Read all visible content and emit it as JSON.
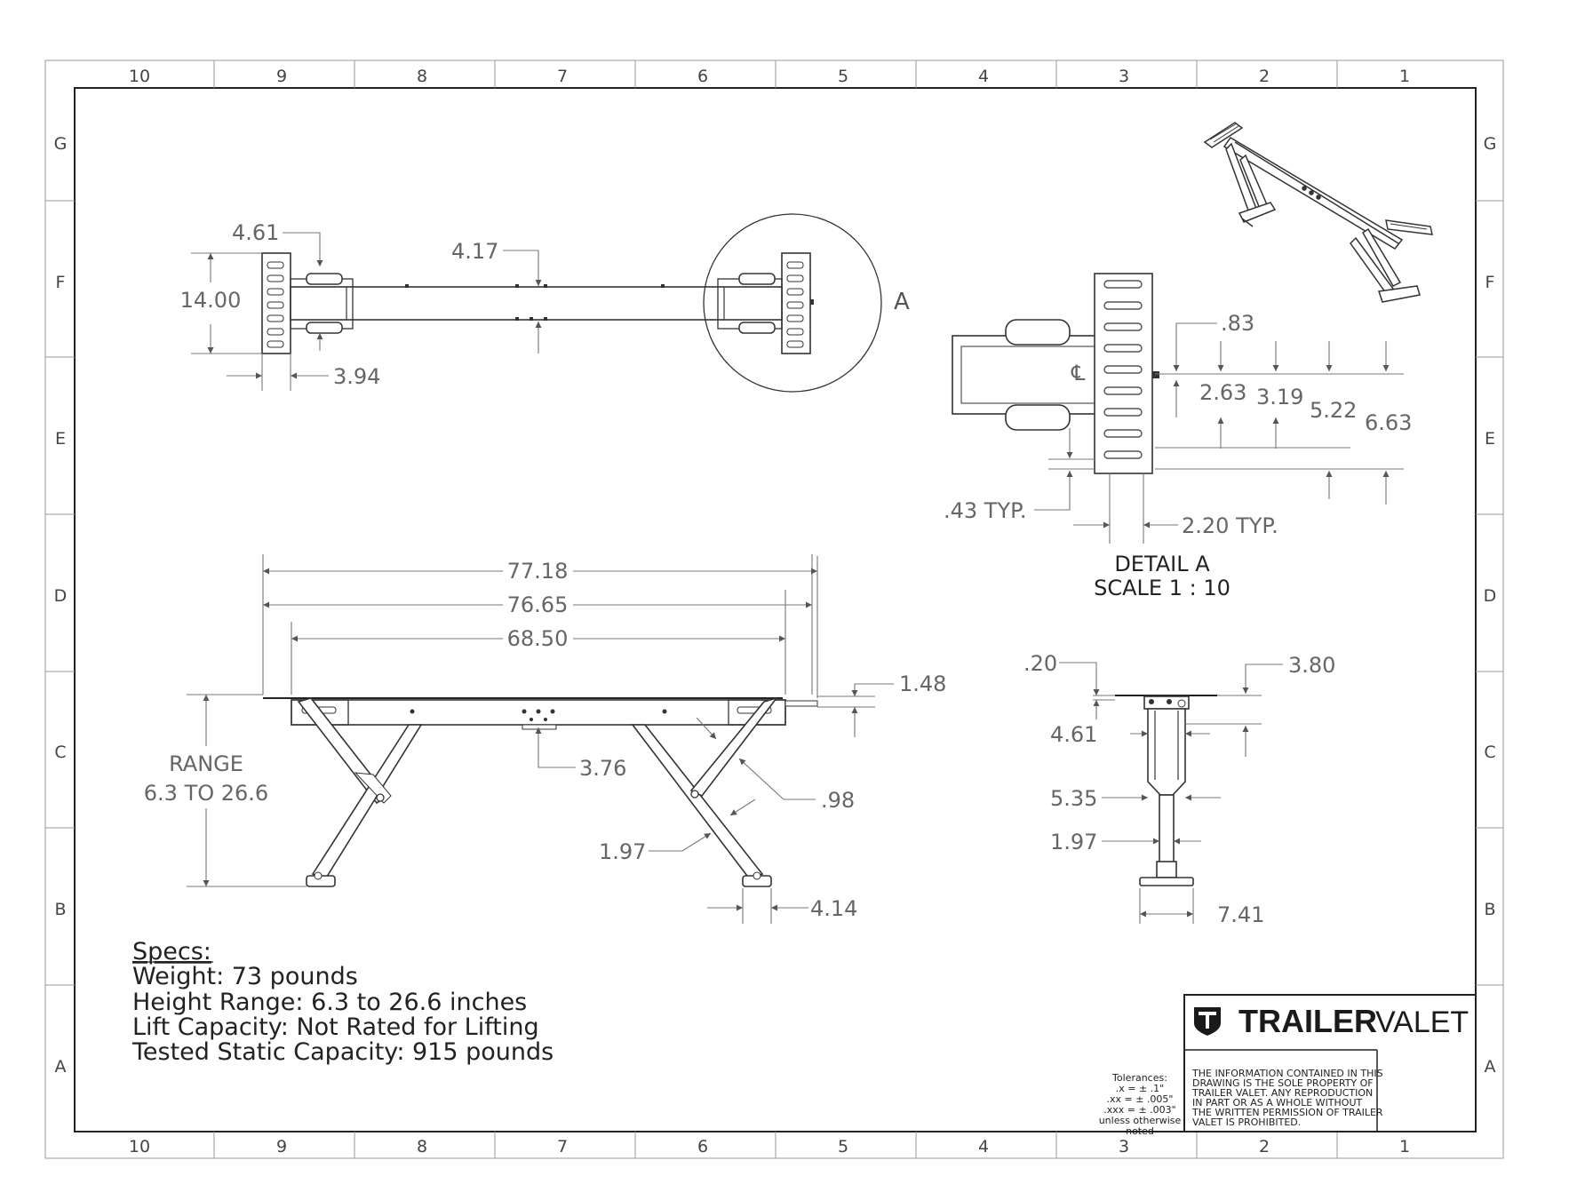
{
  "border": {
    "columns": [
      "10",
      "9",
      "8",
      "7",
      "6",
      "5",
      "4",
      "3",
      "2",
      "1"
    ],
    "rows": [
      "G",
      "F",
      "E",
      "D",
      "C",
      "B",
      "A"
    ]
  },
  "top_view": {
    "dims": {
      "d461": "4.61",
      "d417": "4.17",
      "d1400": "14.00",
      "d394": "3.94"
    },
    "detail_callout": "A"
  },
  "detail_view": {
    "dims": {
      "d83": ".83",
      "d263": "2.63",
      "d319": "3.19",
      "d522": "5.22",
      "d663": "6.63",
      "d43": ".43 TYP.",
      "d220": "2.20 TYP."
    },
    "title": "DETAIL A",
    "scale": "SCALE 1 : 10"
  },
  "front_view": {
    "dims": {
      "d7718": "77.18",
      "d7665": "76.65",
      "d6850": "68.50",
      "d148": "1.48",
      "d376": "3.76",
      "d98": ".98",
      "d197": "1.97",
      "d414": "4.14"
    },
    "range_label": "RANGE",
    "range_value": "6.3 TO 26.6"
  },
  "side_view": {
    "dims": {
      "d20": ".20",
      "d380": "3.80",
      "d461": "4.61",
      "d535": "5.35",
      "d197": "1.97",
      "d741": "7.41"
    }
  },
  "specs": {
    "heading": "Specs:",
    "lines": [
      "Weight: 73 pounds",
      "Height Range: 6.3 to 26.6 inches",
      "Lift Capacity: Not Rated for Lifting",
      "Tested Static Capacity: 915 pounds"
    ]
  },
  "tolerances": {
    "lines": [
      "Tolerances:",
      ".x = ± .1\"",
      ".xx = ± .005\"",
      ".xxx = ± .003\"",
      "unless otherwise",
      "noted"
    ]
  },
  "title_block": {
    "brand_bold": "TRAILER",
    "brand_light": "VALET",
    "notice": [
      "THE INFORMATION CONTAINED IN THIS",
      "DRAWING IS THE SOLE PROPERTY OF",
      "TRAILER VALET.  ANY REPRODUCTION",
      "IN PART OR AS A WHOLE WITHOUT",
      "THE WRITTEN PERMISSION OF TRAILER",
      "VALET IS PROHIBITED."
    ]
  }
}
